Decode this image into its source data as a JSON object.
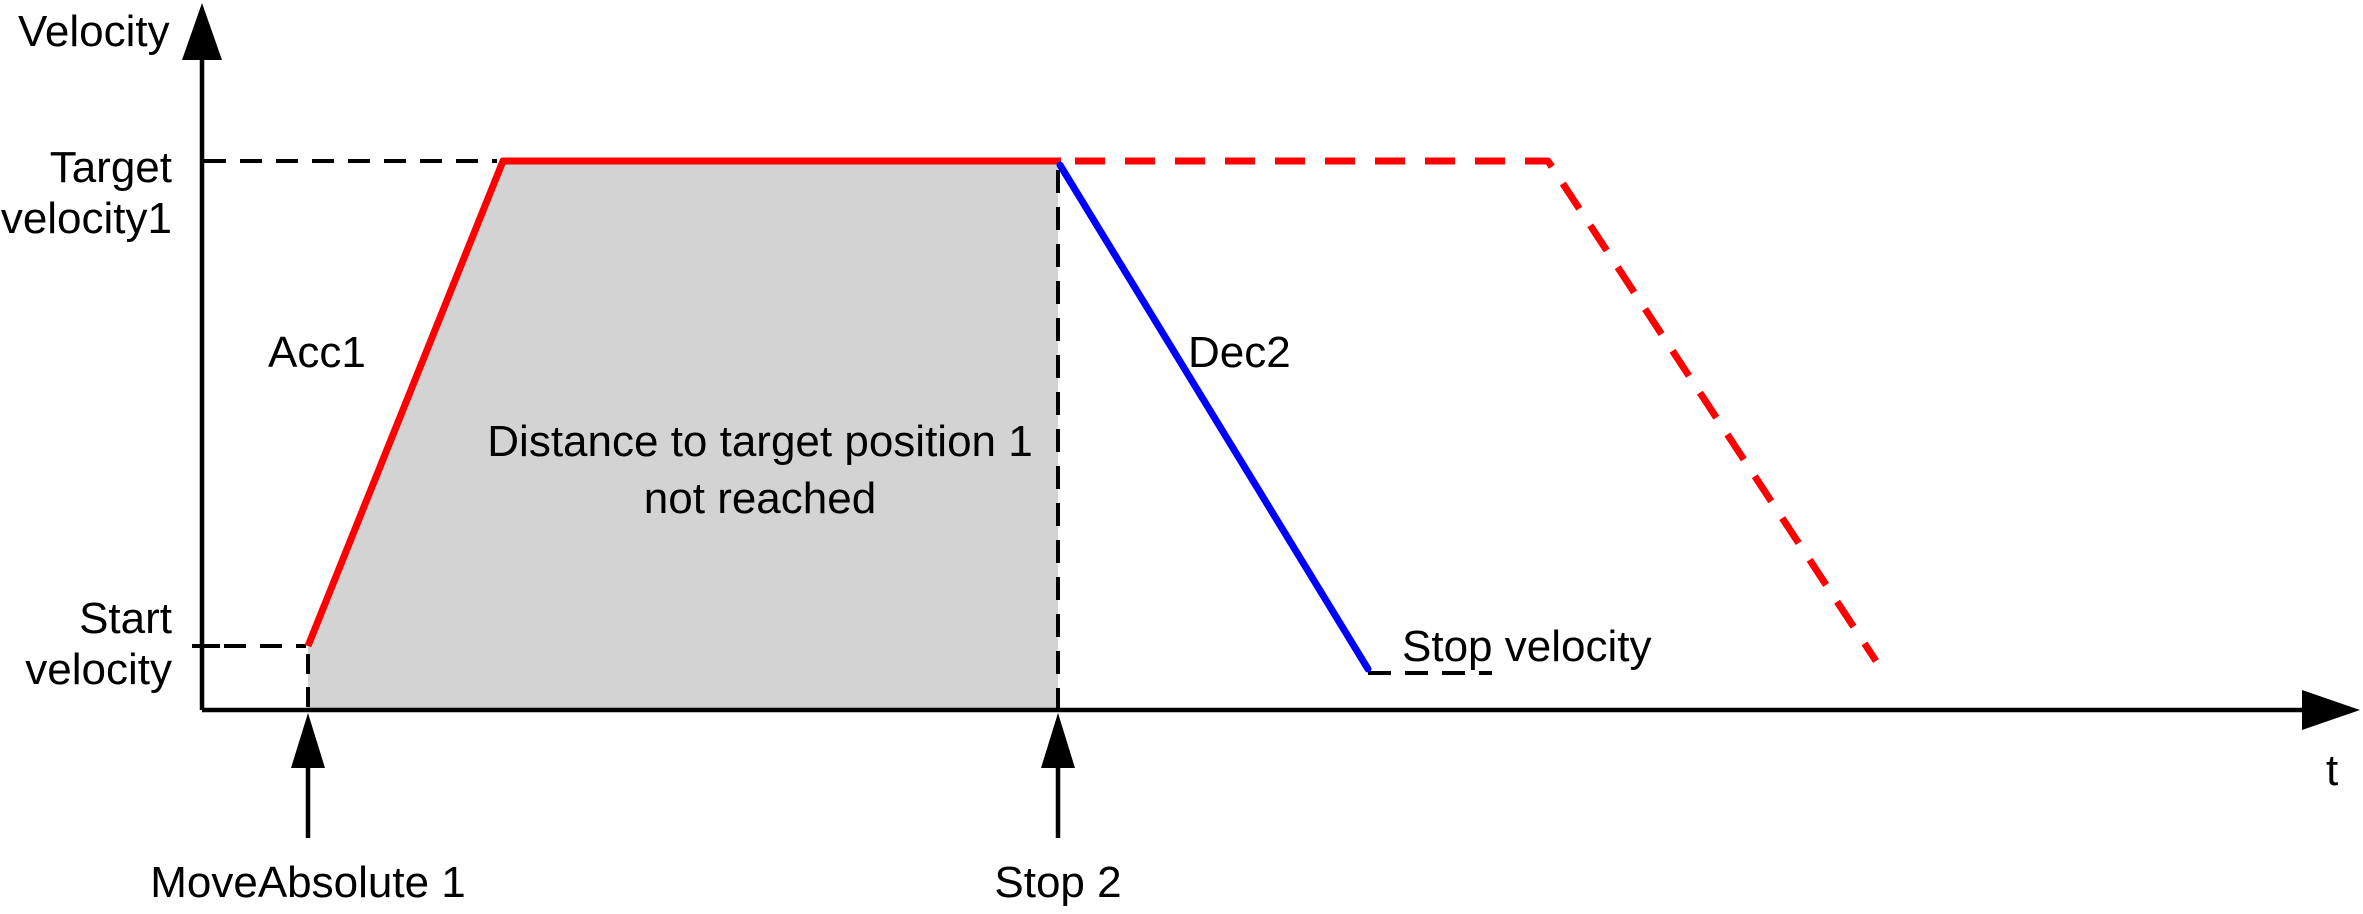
{
  "axes": {
    "y_label": "Velocity",
    "x_label": "t"
  },
  "levels": {
    "target_velocity": {
      "line1": "Target",
      "line2": "velocity1"
    },
    "start_velocity": {
      "line1": "Start",
      "line2": "velocity"
    },
    "stop_velocity_label": "Stop velocity"
  },
  "segments": {
    "acceleration_label": "Acc1",
    "deceleration_label": "Dec2"
  },
  "region_note": {
    "line1": "Distance to target position 1",
    "line2": "not reached"
  },
  "events": {
    "start_command_label": "MoveAbsolute 1",
    "stop_command_label": "Stop 2"
  },
  "colors": {
    "profile_active": "#ff0000",
    "profile_aborted": "#ff0000",
    "deceleration": "#0000ff",
    "region_fill": "#d3d3d3",
    "axis": "#000000"
  }
}
